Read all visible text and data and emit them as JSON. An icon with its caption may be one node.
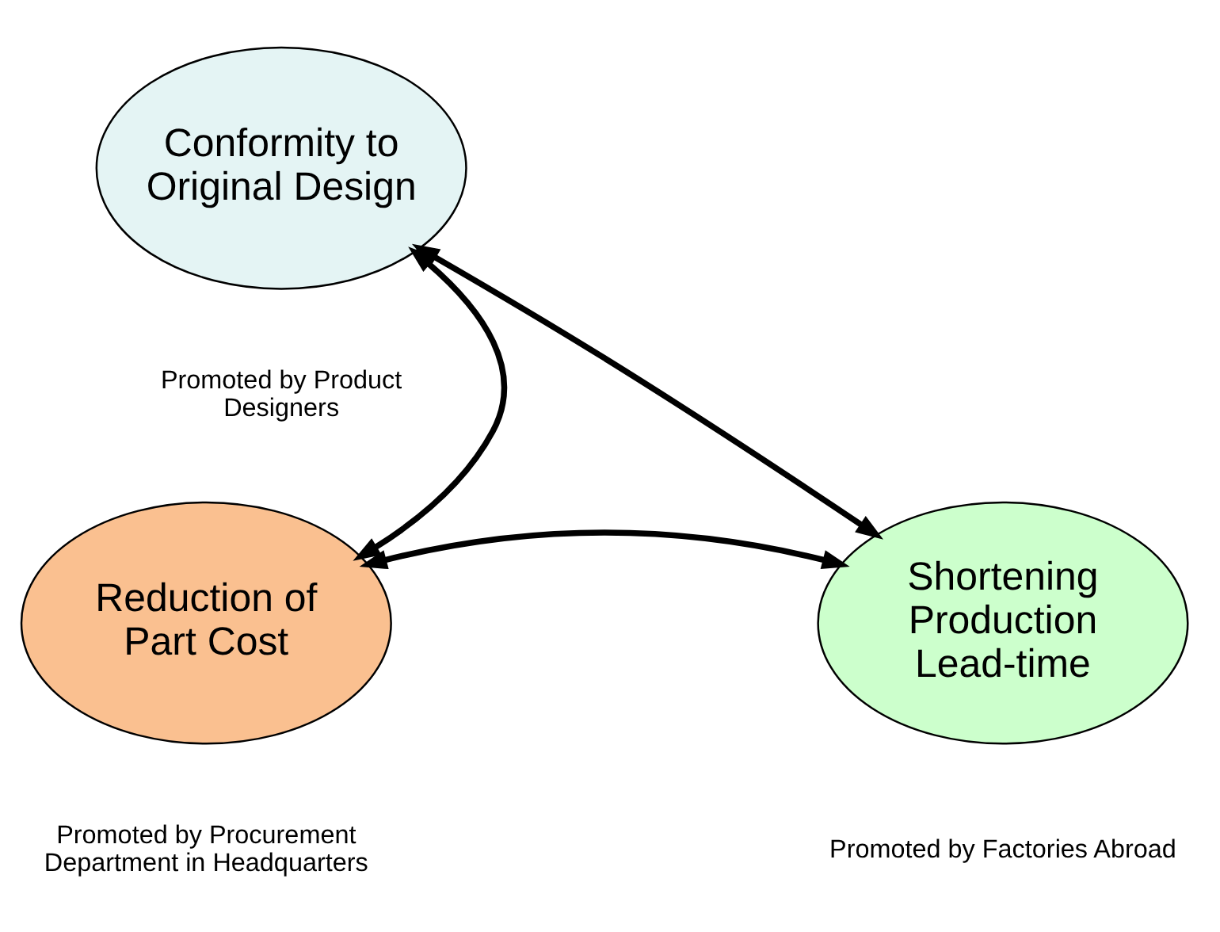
{
  "diagram": {
    "nodes": [
      {
        "text": [
          "Conformity to Original Design"
        ],
        "beside": [
          "Promoted by Product Designers"
        ]
      },
      {
        "text": [
          "Reduction of Part Cost"
        ],
        "beside": [
          "Promoted by Procurement Department in Headquarters"
        ]
      },
      {
        "text": [
          "Shortening Production Lead-time"
        ],
        "beside": [
          "Promoted by Factories Abroad"
        ]
      }
    ],
    "edges": [
      {
        "from": 0,
        "to": 1,
        "arrow": "both"
      },
      {
        "from": 0,
        "to": 2,
        "arrow": "both"
      },
      {
        "from": 1,
        "to": 2,
        "arrow": "both"
      }
    ]
  }
}
